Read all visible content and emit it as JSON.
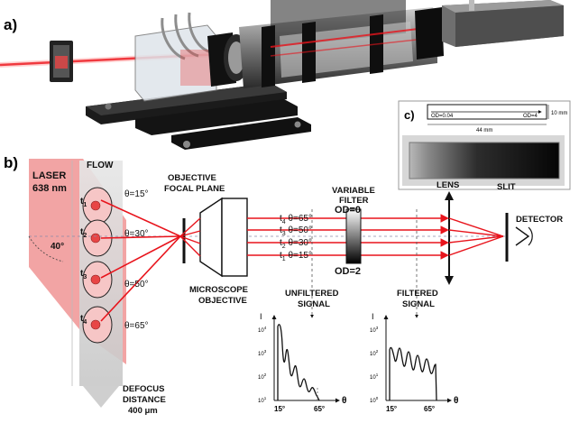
{
  "panel_labels": {
    "a": "a)",
    "b": "b)",
    "c": "c)"
  },
  "inset": {
    "od_left": "OD=0.04",
    "od_right": "OD=4",
    "height_dim": "10 mm",
    "width_dim": "44 mm"
  },
  "diagram": {
    "laser_line1": "LASER",
    "laser_line2": "638 nm",
    "flow": "FLOW",
    "angle_40": "40°",
    "time_labels": [
      {
        "t": "t",
        "sub": "1"
      },
      {
        "t": "t",
        "sub": "2"
      },
      {
        "t": "t",
        "sub": "3"
      },
      {
        "t": "t",
        "sub": "4"
      }
    ],
    "theta_labels": [
      "θ=15°",
      "θ=30°",
      "θ=50°",
      "θ=65°"
    ],
    "objective_focal_1": "OBJECTIVE",
    "objective_focal_2": "FOCAL PLANE",
    "microscope_1": "MICROSCOPE",
    "microscope_2": "OBJECTIVE",
    "defocus_1": "DEFOCUS",
    "defocus_2": "DISTANCE",
    "defocus_3": "400 μm",
    "beam_labels": [
      {
        "t": "t",
        "sub": "4",
        "theta": " θ=65°"
      },
      {
        "t": "t",
        "sub": "3",
        "theta": " θ=50°"
      },
      {
        "t": "t",
        "sub": "2",
        "theta": " θ=30°"
      },
      {
        "t": "t",
        "sub": "1",
        "theta": " θ=15°"
      }
    ],
    "variable_filter_1": "VARIABLE",
    "variable_filter_2": "FILTER",
    "od_top": "OD=0",
    "od_bottom": "OD=2",
    "lens": "LENS",
    "slit": "SLIT",
    "detector": "DETECTOR",
    "unfiltered_1": "UNFILTERED",
    "unfiltered_2": "SIGNAL",
    "filtered_1": "FILTERED",
    "filtered_2": "SIGNAL"
  },
  "plots": {
    "unfiltered": {
      "ylabel": "I",
      "xlabel": "θ",
      "yticks": [
        {
          "base": "10",
          "exp": "4"
        },
        {
          "base": "10",
          "exp": "3"
        },
        {
          "base": "10",
          "exp": "2"
        },
        {
          "base": "10",
          "exp": "1"
        }
      ],
      "xticks": [
        "15°",
        "65°"
      ]
    },
    "filtered": {
      "ylabel": "I",
      "xlabel": "θ",
      "yticks": [
        {
          "base": "10",
          "exp": "3"
        },
        {
          "base": "10",
          "exp": "2"
        },
        {
          "base": "10",
          "exp": "1"
        },
        {
          "base": "10",
          "exp": "0"
        }
      ],
      "xticks": [
        "15°",
        "65°"
      ]
    }
  },
  "colors": {
    "beam": "#e8141c",
    "laser": "#f19a9a",
    "flow": "#cfcfcf",
    "dark": "#1a1a1a"
  }
}
